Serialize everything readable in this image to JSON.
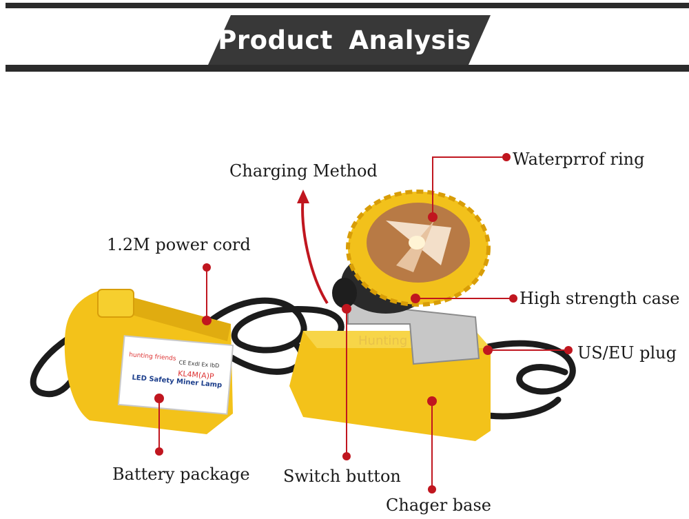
{
  "banner": {
    "title": "Product  Analysis",
    "bar_color": "#2b2b2b",
    "plate_color": "#383838"
  },
  "callouts": {
    "charging_method": "Charging Method",
    "waterproof_ring": "Waterprrof ring",
    "power_cord": "1.2M power cord",
    "high_strength_case": "High strength case",
    "us_eu_plug": "US/EU plug",
    "battery_package": "Battery package",
    "switch_button": "Switch button",
    "charger_base": "Chager base"
  },
  "product": {
    "label_brand": "hunting friends",
    "label_cert": "CE ExdI Ex IbD",
    "label_title": "LED Safety Miner Lamp",
    "label_model": "KL4M(A)P",
    "base_watermark": "Hunting friends"
  },
  "colors": {
    "accent_red": "#c0161f",
    "body_yellow": "#f3c21a",
    "cord_black": "#1c1c1c"
  }
}
